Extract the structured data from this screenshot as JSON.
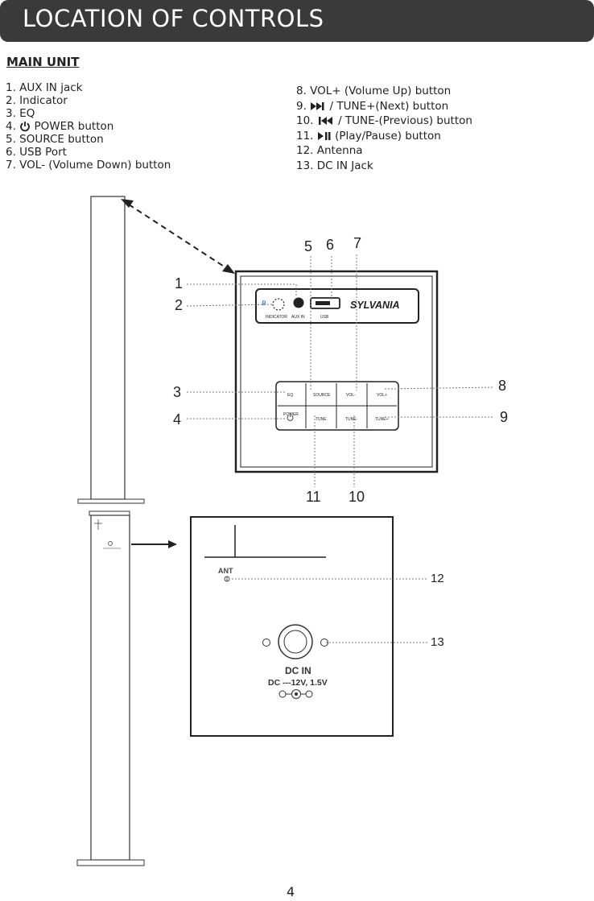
{
  "header": {
    "title": "LOCATION OF CONTROLS"
  },
  "section": {
    "title": "MAIN UNIT"
  },
  "left_items": [
    "1. AUX IN jack",
    "2. Indicator",
    "3. EQ",
    "POWER button",
    "5. SOURCE button",
    "6. USB Port",
    "7. VOL- (Volume Down) button"
  ],
  "power_prefix": "4.",
  "right_items": {
    "item8": "8. VOL+ (Volume Up) button",
    "item9_prefix": "9.",
    "item9_text": "/ TUNE+(Next) button",
    "item10_prefix": "10.",
    "item10_text": "/ TUNE-(Previous) button",
    "item11_prefix": "11.",
    "item11_text": "(Play/Pause) button",
    "item12": "12. Antenna",
    "item13": "13. DC IN Jack"
  },
  "callouts": {
    "c1": "1",
    "c2": "2",
    "c3": "3",
    "c4": "4",
    "c5": "5",
    "c6": "6",
    "c7": "7",
    "c8": "8",
    "c9": "9",
    "c10": "10",
    "c11": "11",
    "c12": "12",
    "c13": "13"
  },
  "panel_labels": {
    "brand": "SYLVANIA",
    "indicator": "INDICATOR",
    "aux_in": "AUX IN",
    "usb": "USB",
    "eq": "EQ",
    "source": "SOURCE",
    "vol_minus": "VOL-",
    "vol_plus": "VOL+",
    "power": "POWER",
    "tune": "TUNE",
    "tune_minus": "TUNE-",
    "tune_plus": "TUNE+"
  },
  "back_labels": {
    "ant": "ANT",
    "dc_in": "DC IN",
    "dc_spec": "DC ---12V, 1.5V"
  },
  "page_number": "4"
}
